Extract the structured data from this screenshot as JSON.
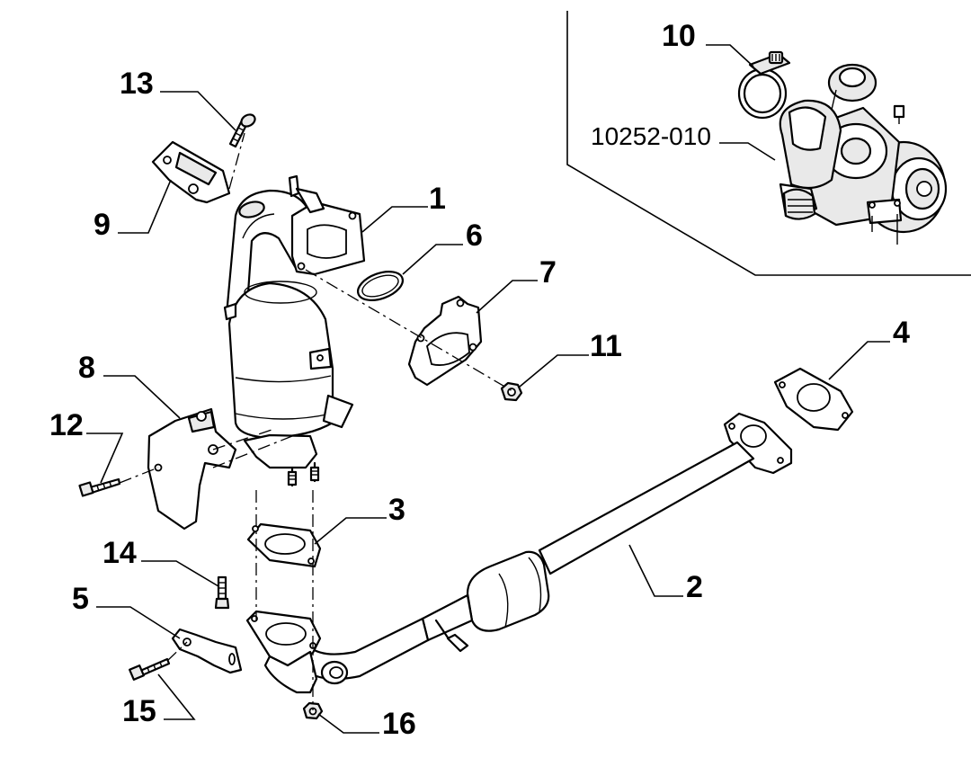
{
  "diagram": {
    "callouts": [
      {
        "key": "c1",
        "label": "1"
      },
      {
        "key": "c2",
        "label": "2"
      },
      {
        "key": "c3",
        "label": "3"
      },
      {
        "key": "c4",
        "label": "4"
      },
      {
        "key": "c5",
        "label": "5"
      },
      {
        "key": "c6",
        "label": "6"
      },
      {
        "key": "c7",
        "label": "7"
      },
      {
        "key": "c8",
        "label": "8"
      },
      {
        "key": "c9",
        "label": "9"
      },
      {
        "key": "c10",
        "label": "10"
      },
      {
        "key": "c11",
        "label": "11"
      },
      {
        "key": "c12",
        "label": "12"
      },
      {
        "key": "c13",
        "label": "13"
      },
      {
        "key": "c14",
        "label": "14"
      },
      {
        "key": "c15",
        "label": "15"
      },
      {
        "key": "c16",
        "label": "16"
      }
    ],
    "reference": {
      "label": "10252-010"
    }
  }
}
